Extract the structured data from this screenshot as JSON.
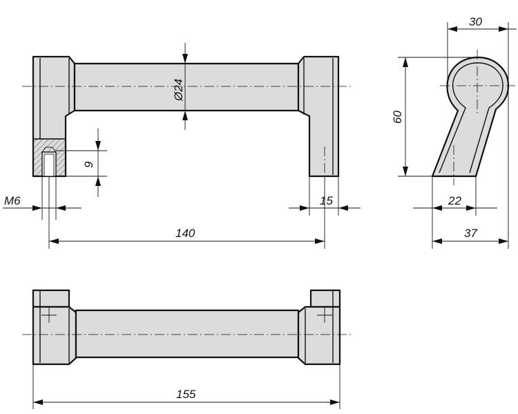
{
  "dimensions": {
    "diameter": "Ø24",
    "thread": "M6",
    "thread_depth": "9",
    "hole_spacing": "140",
    "foot_width": "15",
    "overall_length": "155",
    "side_width_top": "30",
    "height": "60",
    "side_base": "22",
    "side_overall": "37"
  },
  "colors": {
    "body_fill": "#dcdcdc",
    "line": "#111111",
    "background": "#ffffff"
  }
}
